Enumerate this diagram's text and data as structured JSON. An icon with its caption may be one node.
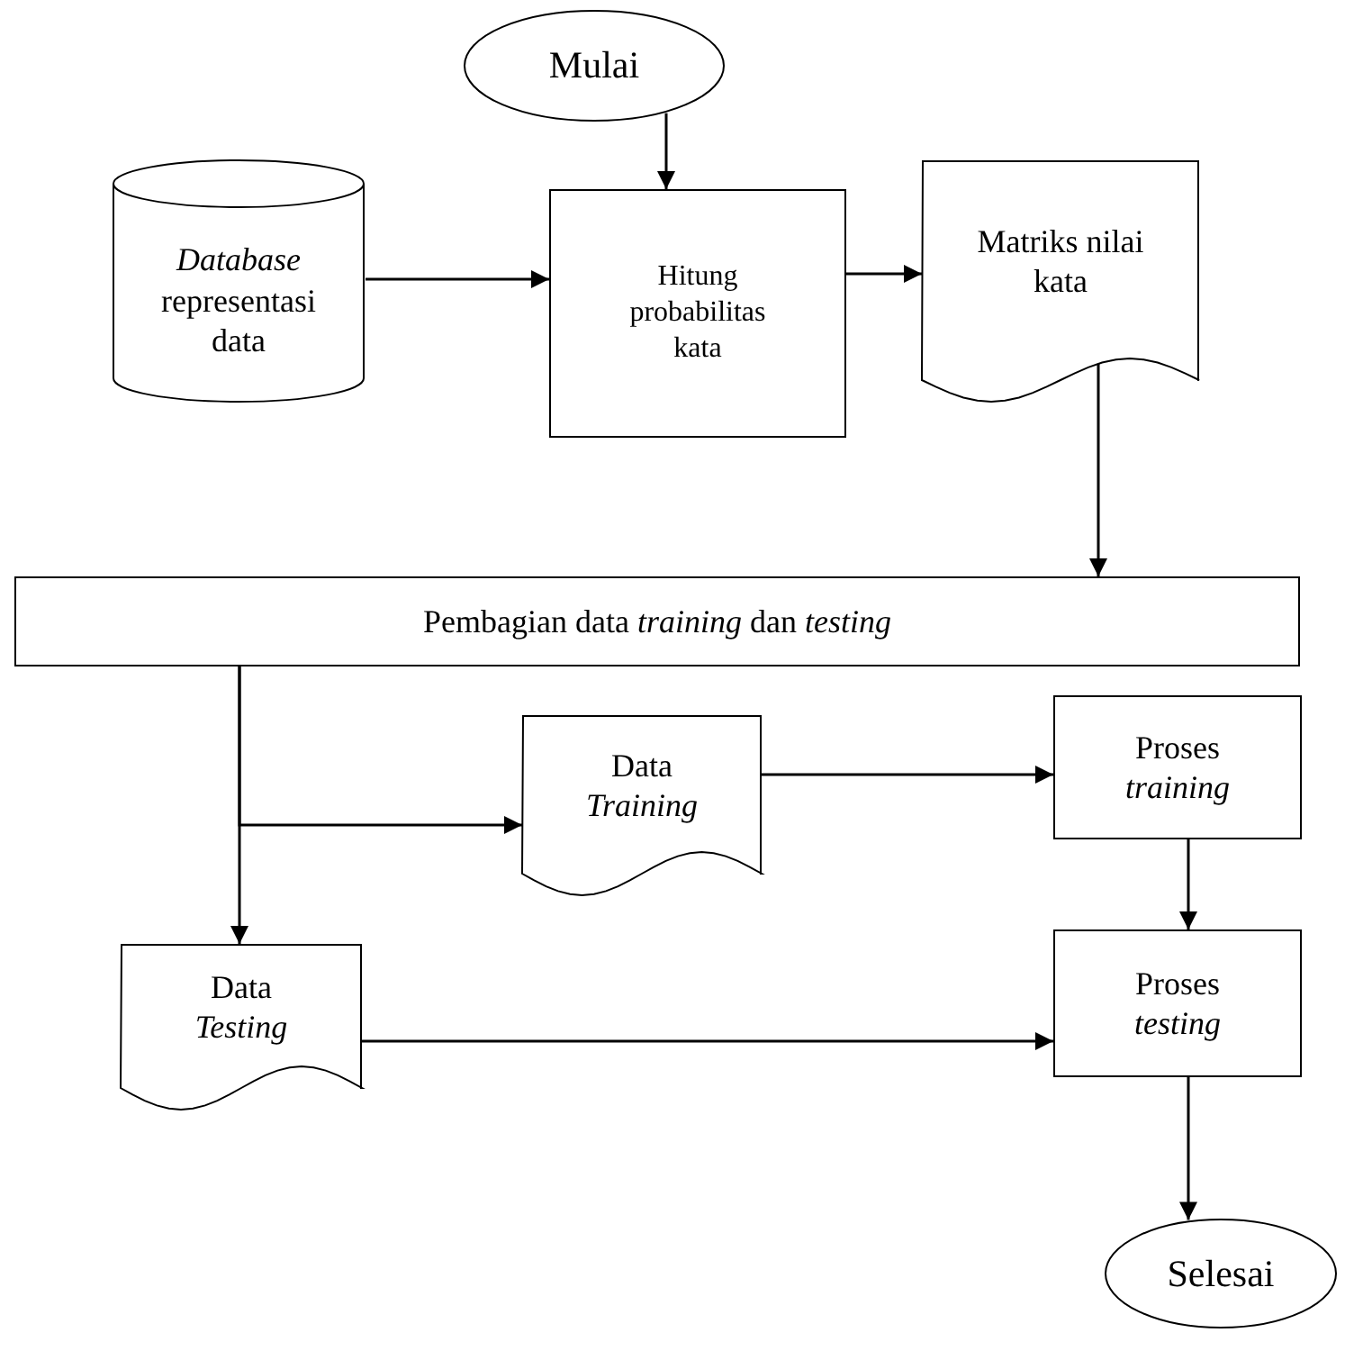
{
  "diagram": {
    "nodes": [
      {
        "text": [
          "Mulai"
        ]
      },
      {
        "text": [
          "*Database* representasi data"
        ]
      },
      {
        "text": [
          "Hitung probabilitas kata"
        ]
      },
      {
        "text": [
          "Matriks nilai kata"
        ]
      },
      {
        "text": [
          "Pembagian data *training* dan *testing*"
        ]
      },
      {
        "text": [
          "Data *Training*"
        ]
      },
      {
        "text": [
          "Proses *training*"
        ]
      },
      {
        "text": [
          "Data *Testing*"
        ]
      },
      {
        "text": [
          "Proses *testing*"
        ]
      },
      {
        "text": [
          "Selesai"
        ]
      }
    ],
    "edges": [
      {
        "from": 0,
        "to": 2,
        "arrow": "to"
      },
      {
        "from": 1,
        "to": 2,
        "arrow": "to"
      },
      {
        "from": 2,
        "to": 3,
        "arrow": "to"
      },
      {
        "from": 3,
        "to": 4,
        "arrow": "to"
      },
      {
        "from": 4,
        "to": 5,
        "arrow": "to"
      },
      {
        "from": 4,
        "to": 7,
        "arrow": "to"
      },
      {
        "from": 5,
        "to": 6,
        "arrow": "to"
      },
      {
        "from": 6,
        "to": 8,
        "arrow": "to"
      },
      {
        "from": 7,
        "to": 8,
        "arrow": "to"
      },
      {
        "from": 8,
        "to": 9,
        "arrow": "to"
      }
    ]
  }
}
